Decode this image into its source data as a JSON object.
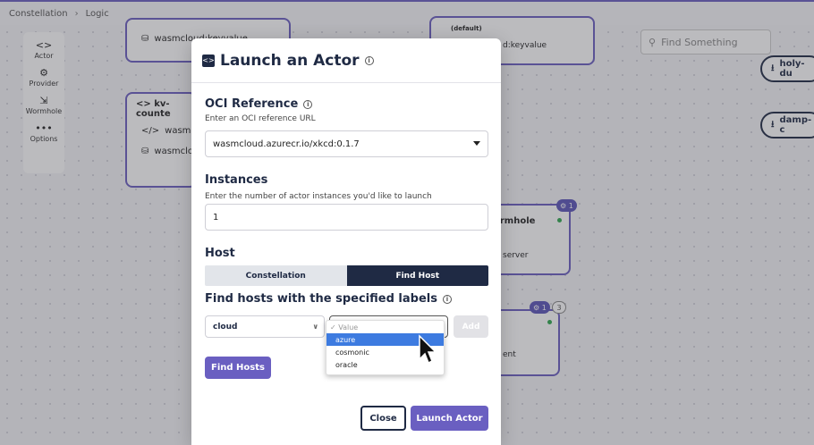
{
  "breadcrumb": {
    "root": "Constellation",
    "current": "Logic"
  },
  "toolbox": [
    {
      "icon": "<>",
      "label": "Actor"
    },
    {
      "icon": "⚙",
      "label": "Provider"
    },
    {
      "icon": "⇲",
      "label": "Wormhole"
    },
    {
      "icon": "•••",
      "label": "Options"
    }
  ],
  "background": {
    "node1_row": "wasmcloud:keyvalue",
    "node2_title": "kv-counte",
    "node2_row1": "wasmclo",
    "node2_row2": "wasmclo",
    "node3_default": "(default)",
    "node3_row": "d:keyvalue",
    "node4_title": "ormhole",
    "node4_row": "server",
    "node5_row": "ent",
    "badge1": "1",
    "badge2": "1",
    "badge3": "3",
    "search_placeholder": "Find Something",
    "pill1": "holy-du",
    "pill2": "damp-c"
  },
  "modal": {
    "logo": "<>",
    "title": "Launch an Actor",
    "oci_label": "OCI Reference",
    "oci_hint": "Enter an OCI reference URL",
    "oci_value": "wasmcloud.azurecr.io/xkcd:0.1.7",
    "instances_label": "Instances",
    "instances_hint": "Enter the number of actor instances you'd like to launch",
    "instances_value": "1",
    "host_label": "Host",
    "host_tabs": [
      "Constellation",
      "Find Host"
    ],
    "labels_heading": "Find hosts with the specified labels",
    "key_select": "cloud",
    "value_placeholder": "✓ Value",
    "value_options": [
      "azure",
      "cosmonic",
      "oracle"
    ],
    "add_label": "Add",
    "find_hosts_label": "Find Hosts",
    "close_label": "Close",
    "launch_label": "Launch Actor"
  }
}
